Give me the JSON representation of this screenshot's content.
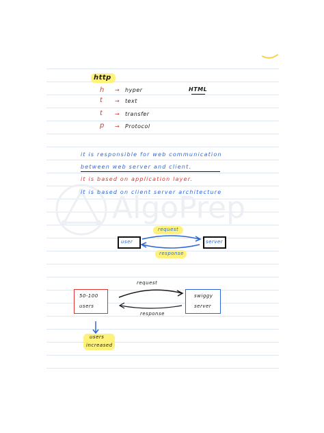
{
  "watermark": {
    "text": "AlgoPrep"
  },
  "notes": {
    "title": "http",
    "html_label": "HTML",
    "acronym": [
      {
        "letter": "h",
        "arrow": "→",
        "word": "hyper"
      },
      {
        "letter": "t",
        "arrow": "→",
        "word": "text"
      },
      {
        "letter": "t",
        "arrow": "→",
        "word": "transfer"
      },
      {
        "letter": "p",
        "arrow": "→",
        "word": "Protocol"
      }
    ],
    "sentences": [
      "it  is  responsible  for  web  communication",
      "between  web  server  and  client.",
      "it  is  based  on  application  layer.",
      "it  is  based  on  client  server  architecture"
    ],
    "diagram1": {
      "left_box": "user",
      "right_box": "server",
      "request": "request",
      "response": "response"
    },
    "diagram2": {
      "left_box_line1": "50-100",
      "left_box_line2": "users",
      "right_box_line1": "swiggy",
      "right_box_line2": "server",
      "request": "request",
      "response": "response",
      "note_line1": "users",
      "note_line2": "increased"
    }
  },
  "colors": {
    "red": "#e0322f",
    "blue": "#2a66d9",
    "black": "#1a1a1a",
    "highlight": "#fff27a"
  }
}
